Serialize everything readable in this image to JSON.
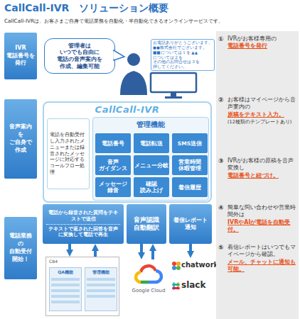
{
  "diagram": {
    "title": "CallCall-IVR　ソリューション概要",
    "nodes": [
      {
        "text": [
          "IVR 電話番号を 発行"
        ]
      },
      {
        "text": [
          "音声案内 を ご自身で 作成"
        ]
      },
      {
        "text": [
          "電話業務 の 自動受付 開始！"
        ]
      },
      {
        "text": [
          "管理者は いつでも自由に 電話の音声案内を 作成、編集可能"
        ]
      },
      {
        "text": [
          "お電話ありがとうございます。 ●●株式会社でございます。 ■■については１を ▲▲については２を その他のお問合せは３を 押してください。"
        ]
      },
      {
        "text": [
          "CallCall-IVR"
        ]
      },
      {
        "text": [
          "電話を自動受付し入力されたメニューまたは録音されたメッセージに対応するコールフロー処理"
        ],
        "in": 5
      },
      {
        "text": [
          "管理機能"
        ],
        "in": 5
      },
      {
        "text": [
          "電話番号"
        ],
        "in": 7
      },
      {
        "text": [
          "電話転送"
        ],
        "in": 7
      },
      {
        "text": [
          "SMS送信"
        ],
        "in": 7
      },
      {
        "text": [
          "音声 ガイダンス"
        ],
        "in": 7
      },
      {
        "text": [
          "メニュー分岐"
        ],
        "in": 7
      },
      {
        "text": [
          "営業時間 休暇管理"
        ],
        "in": 7
      },
      {
        "text": [
          "メッセージ 録音"
        ],
        "in": 7
      },
      {
        "text": [
          "確認 読み上げ"
        ],
        "in": 7
      },
      {
        "text": [
          "着信履歴"
        ],
        "in": 7
      },
      {
        "text": [
          "電話から録音された質問をテキストで送信",
          "テキストで返された回答を音声に変換して電話で再生"
        ]
      },
      {
        "text": [
          "音声認識 自動翻訳"
        ]
      },
      {
        "text": [
          "着信レポート 通知"
        ]
      },
      {
        "text": [
          "CB4"
        ]
      },
      {
        "text": [
          "QA機能"
        ],
        "in": 20
      },
      {
        "text": [
          "管理機能"
        ],
        "in": 20
      },
      {
        "text": [
          "Google Cloud"
        ]
      },
      {
        "text": [
          "chatwork"
        ]
      },
      {
        "text": [
          "slack"
        ]
      },
      {
        "text": [
          "①",
          "IVRがお客様専用の",
          "電話番号を発行",
          "②",
          "お客様はマイページから音声案内の",
          "原稿をテキスト入力。",
          "(12種類のテンプレートあり)",
          "③",
          "IVRがお客様の原稿を音声変換し",
          "電話番号と紐づけ。",
          "④",
          "簡単な問い合わせや営業時間外は",
          "IVRやAIが電話を自動受付。",
          "⑤",
          "着信レポートはいつでもマイページから確認。",
          "メール、チャットに通知も可能。"
        ]
      }
    ],
    "edges": [
      {
        "from": 17,
        "to": 20,
        "arrow": "to"
      },
      {
        "from": 20,
        "to": 17,
        "arrow": "to"
      },
      {
        "from": 18,
        "to": 23,
        "arrow": "to"
      },
      {
        "from": 23,
        "to": 18,
        "arrow": "to"
      },
      {
        "from": 19,
        "to": 24,
        "arrow": "to"
      }
    ],
    "labels": [
      "CallCall-IVRは、お客さまご自身で電話業務を自動化・半自動化できるオンラインサービスです。"
    ]
  }
}
